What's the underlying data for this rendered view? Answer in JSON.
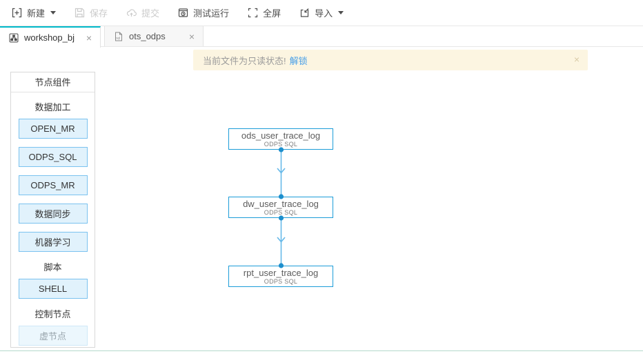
{
  "toolbar": {
    "new_label": "新建",
    "save_label": "保存",
    "submit_label": "提交",
    "test_run_label": "测试运行",
    "fullscreen_label": "全屏",
    "import_label": "导入"
  },
  "tabs": [
    {
      "label": "workshop_bj",
      "icon": "workflow-icon",
      "active": true
    },
    {
      "label": "ots_odps",
      "icon": "sql-file-icon",
      "active": false
    }
  ],
  "banner": {
    "message": "当前文件为只读状态!",
    "action": "解锁"
  },
  "sidebar": {
    "title": "节点组件",
    "sections": [
      {
        "label": "数据加工",
        "items": [
          "OPEN_MR",
          "ODPS_SQL",
          "ODPS_MR",
          "数据同步",
          "机器学习"
        ]
      },
      {
        "label": "脚本",
        "items": [
          "SHELL"
        ]
      },
      {
        "label": "控制节点",
        "items": [
          "虚节点"
        ]
      }
    ]
  },
  "dag": {
    "nodes": [
      {
        "title": "ods_user_trace_log",
        "subtitle": "ODPS SQL"
      },
      {
        "title": "dw_user_trace_log",
        "subtitle": "ODPS SQL"
      },
      {
        "title": "rpt_user_trace_log",
        "subtitle": "ODPS SQL"
      }
    ],
    "edges": [
      [
        0,
        1
      ],
      [
        1,
        2
      ]
    ]
  },
  "icons": {
    "close_glyph": "×"
  },
  "colors": {
    "accent_teal": "#00b9ca",
    "node_border": "#1b9cd8",
    "edge_line": "#66b9e9",
    "edge_dot": "#1d8fcd",
    "link_blue": "#4aa0e8",
    "banner_bg": "#fcf5e1",
    "component_bg": "#e1f2fc",
    "component_border": "#7ac2ef",
    "bottom_divider": "#b4d9cb"
  }
}
